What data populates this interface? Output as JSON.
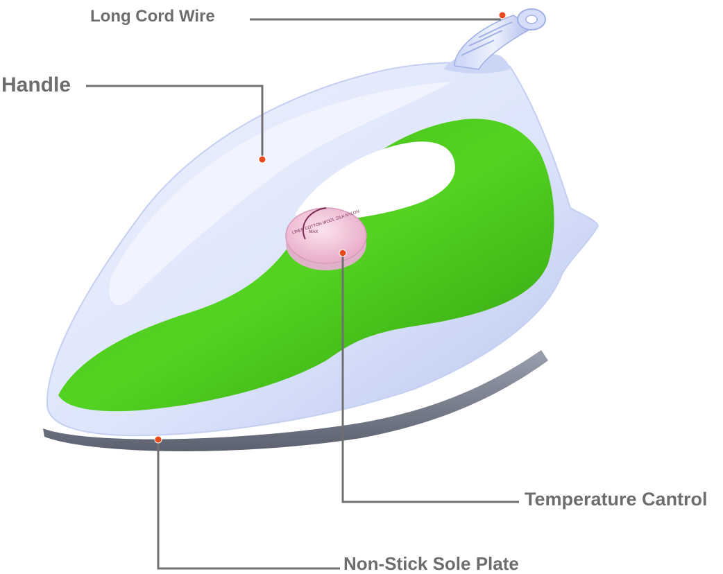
{
  "labels": {
    "cord": "Long Cord Wire",
    "handle": "Handle",
    "temperature": "Temperature Cantrol",
    "sole_plate": "Non-Stick Sole Plate"
  },
  "dial_text": {
    "arc_outer": "LINEN COTTON WOOL SILK NYLON",
    "marks": "MAX"
  },
  "colors": {
    "body_shell": "#dfe6fb",
    "body_shadow": "#b9c6ef",
    "green_panel": "#4fcf1e",
    "green_dark": "#2f9f0e",
    "sole_plate": "#7c8190",
    "dial": "#f3c3dc",
    "label_text": "#6d6d6d",
    "leader_line": "#707070",
    "leader_dot": "#e84a1f"
  },
  "icons": {
    "product": "steam-iron-illustration"
  }
}
